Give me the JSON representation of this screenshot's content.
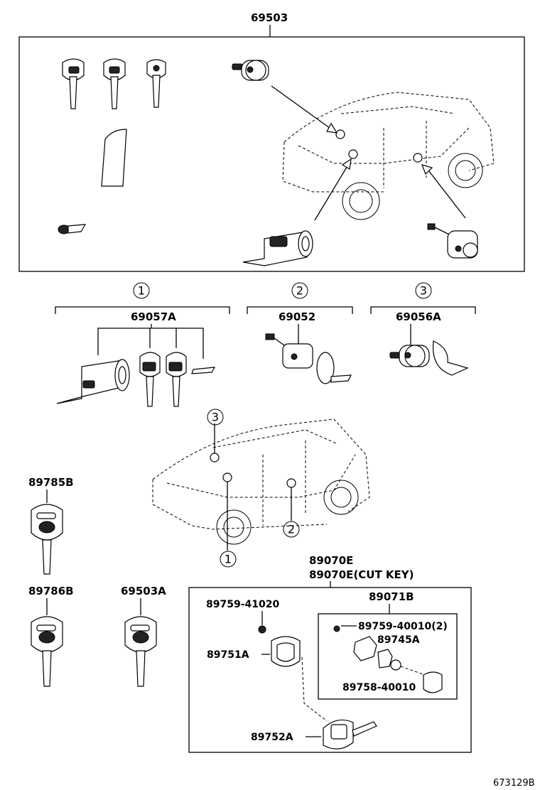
{
  "top_assembly": {
    "part_no": "69503"
  },
  "sub_kits": [
    {
      "circle": "1",
      "part_no": "69057A"
    },
    {
      "circle": "2",
      "part_no": "69052"
    },
    {
      "circle": "3",
      "part_no": "69056A"
    }
  ],
  "location_markers": [
    "3",
    "2",
    "1"
  ],
  "keys": [
    {
      "part_no": "89785B"
    },
    {
      "part_no": "89786B"
    },
    {
      "part_no": "69503A"
    }
  ],
  "transmitter": {
    "part_no_1": "89070E",
    "part_no_2": "89070E",
    "part_no_2_suffix": "(CUT KEY)",
    "screw": "89759-41020",
    "cover": "89751A",
    "key_body": "89752A",
    "sub_assembly": {
      "part_no": "89071B",
      "screw": "89759-40010",
      "screw_qty": "(2)",
      "battery_cover": "89745A",
      "gasket": "89758-40010"
    }
  },
  "catalog_ref": "673129B"
}
